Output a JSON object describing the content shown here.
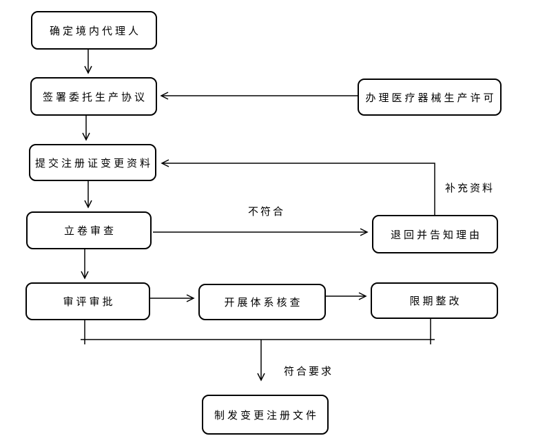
{
  "page": {
    "background_color": "#ffffff",
    "line_color": "#000000"
  },
  "flowchart": {
    "nodes": [
      {
        "id": "determine-agent",
        "label": "确定境内代理人"
      },
      {
        "id": "sign-agreement",
        "label": "签署委托生产协议"
      },
      {
        "id": "production-license",
        "label": "办理医疗器械生产许可"
      },
      {
        "id": "submit-change-materials",
        "label": "提交注册证变更资料"
      },
      {
        "id": "filing-review",
        "label": "立卷审查"
      },
      {
        "id": "return-inform-reasons",
        "label": "退回并告知理由"
      },
      {
        "id": "review-approval",
        "label": "审评审批"
      },
      {
        "id": "system-inspection",
        "label": "开展体系核查"
      },
      {
        "id": "deadline-rectification",
        "label": "限期整改"
      },
      {
        "id": "issue-change-registration",
        "label": "制发变更注册文件"
      }
    ],
    "edge_labels": [
      {
        "id": "not-conforming",
        "text": "不符合"
      },
      {
        "id": "supplement-materials",
        "text": "补充资料"
      },
      {
        "id": "meets-requirements",
        "text": "符合要求"
      }
    ]
  }
}
